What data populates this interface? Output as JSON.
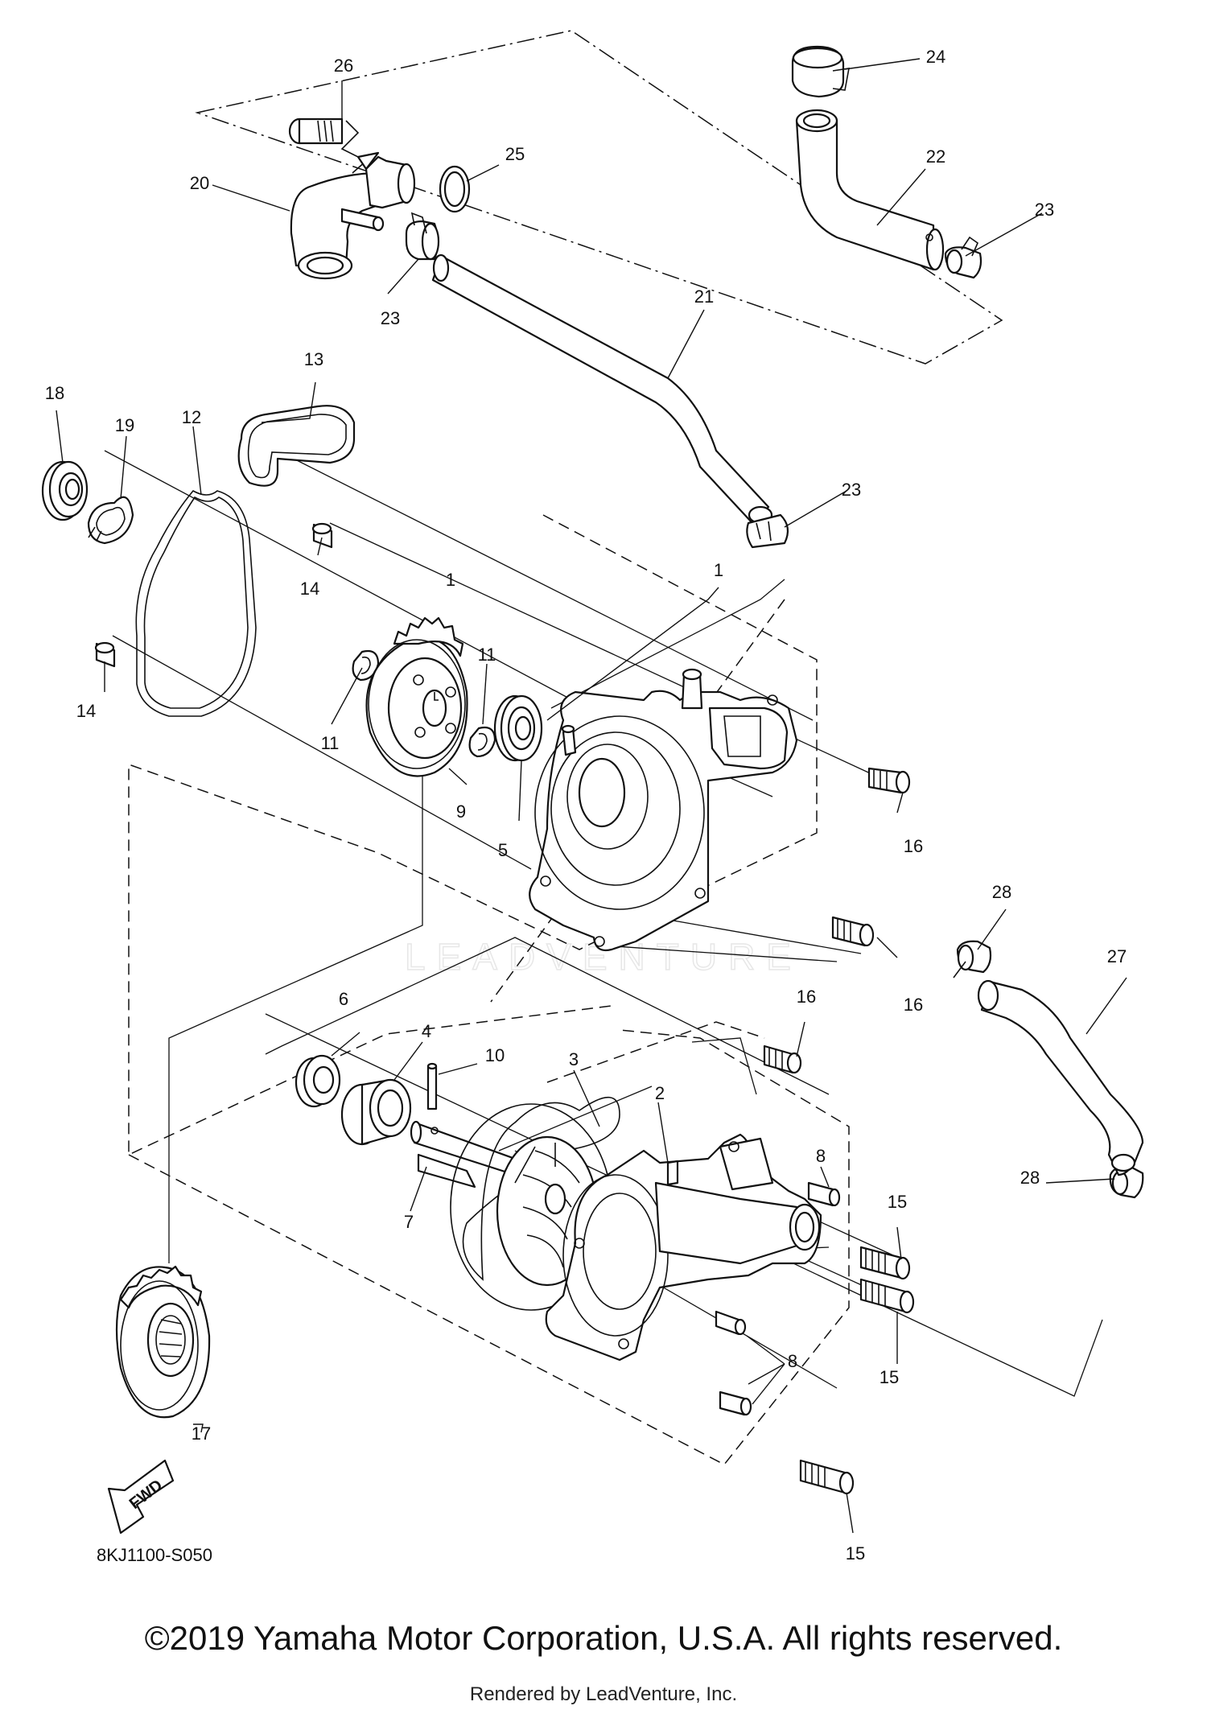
{
  "diagram": {
    "part_labels": [
      "1",
      "2",
      "3",
      "4",
      "5",
      "6",
      "7",
      "8",
      "9",
      "10",
      "11",
      "12",
      "13",
      "14",
      "15",
      "16",
      "17",
      "18",
      "19",
      "20",
      "21",
      "22",
      "23",
      "24",
      "25",
      "26",
      "27",
      "28"
    ],
    "drawing_code": "8KJ1100-S050",
    "fwd_label": "FWD",
    "watermark": "LEADVENTURE"
  },
  "footer": {
    "copyright": "©2019 Yamaha Motor Corporation, U.S.A. All rights reserved.",
    "rendered_by": "Rendered by LeadVenture, Inc."
  }
}
